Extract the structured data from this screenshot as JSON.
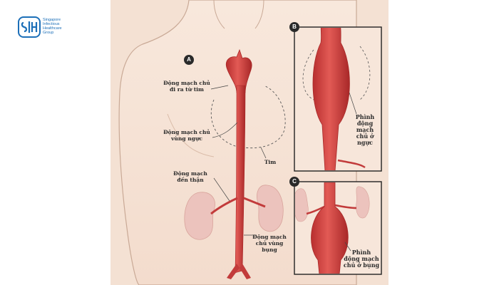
{
  "logo": {
    "lines": [
      "Singapore",
      "Infectious",
      "Healthcare",
      "Group"
    ]
  },
  "panels": {
    "a": {
      "badge": "A"
    },
    "b": {
      "badge": "B"
    },
    "c": {
      "badge": "C"
    }
  },
  "labels": {
    "ascending_aorta": [
      "Động mạch chủ",
      "đi ra từ tim"
    ],
    "thoracic_aorta": [
      "Động mạch chủ",
      "vùng ngực"
    ],
    "heart": "Tim",
    "renal_artery": [
      "Động mạch",
      "đến thận"
    ],
    "abdominal_aorta": [
      "Động mạch",
      "chủ vùng",
      "bụng"
    ],
    "thoracic_aneurysm": [
      "Phình",
      "động",
      "mạch",
      "chủ ở",
      "ngực"
    ],
    "abdominal_aneurysm": [
      "Phình",
      "động mạch",
      "chủ ở bụng"
    ]
  },
  "colors": {
    "brand": "#1c6fb8",
    "skin": "#f6e3d6",
    "skin_line": "#c9a996",
    "artery": "#d94040",
    "artery_dark": "#a82828",
    "kidney": "#ecc3bd",
    "frame": "#222222"
  }
}
